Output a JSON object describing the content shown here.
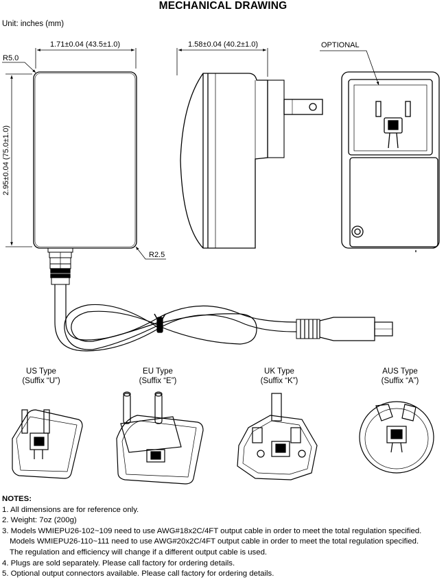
{
  "title": "MECHANICAL DRAWING",
  "unit": "Unit: inches (mm)",
  "dimensions": {
    "width_front": "1.71±0.04 (43.5±1.0)",
    "width_side": "1.58±0.04 (40.2±1.0)",
    "height": "2.95±0.04 (75.0±1.0)",
    "radius_top": "R5.0",
    "radius_bottom": "R2.5",
    "optional": "OPTIONAL"
  },
  "plugs": [
    {
      "type": "US Type",
      "suffix": "(Suffix “U”)"
    },
    {
      "type": "EU Type",
      "suffix": "(Suffix “E”)"
    },
    {
      "type": "UK Type",
      "suffix": "(Suffix “K”)"
    },
    {
      "type": "AUS Type",
      "suffix": "(Suffix “A”)"
    }
  ],
  "notes": {
    "heading": "NOTES:",
    "items": [
      "1. All dimensions are for reference only.",
      "2. Weight: 7oz (200g)",
      "3. Models WMIEPU26-102~109 need to use AWG#18x2C/4FT output cable in order to meet the total regulation specified.",
      "Models WMIEPU26-110~111 need to use AWG#20x2C/4FT output cable in order to meet the total regulation specified.",
      "The regulation and efficiency will change if a different output cable is used.",
      "4. Plugs are sold separately. Please call factory for ordering details.",
      "5. Optional output connectors available. Please call factory for ordering details."
    ]
  }
}
